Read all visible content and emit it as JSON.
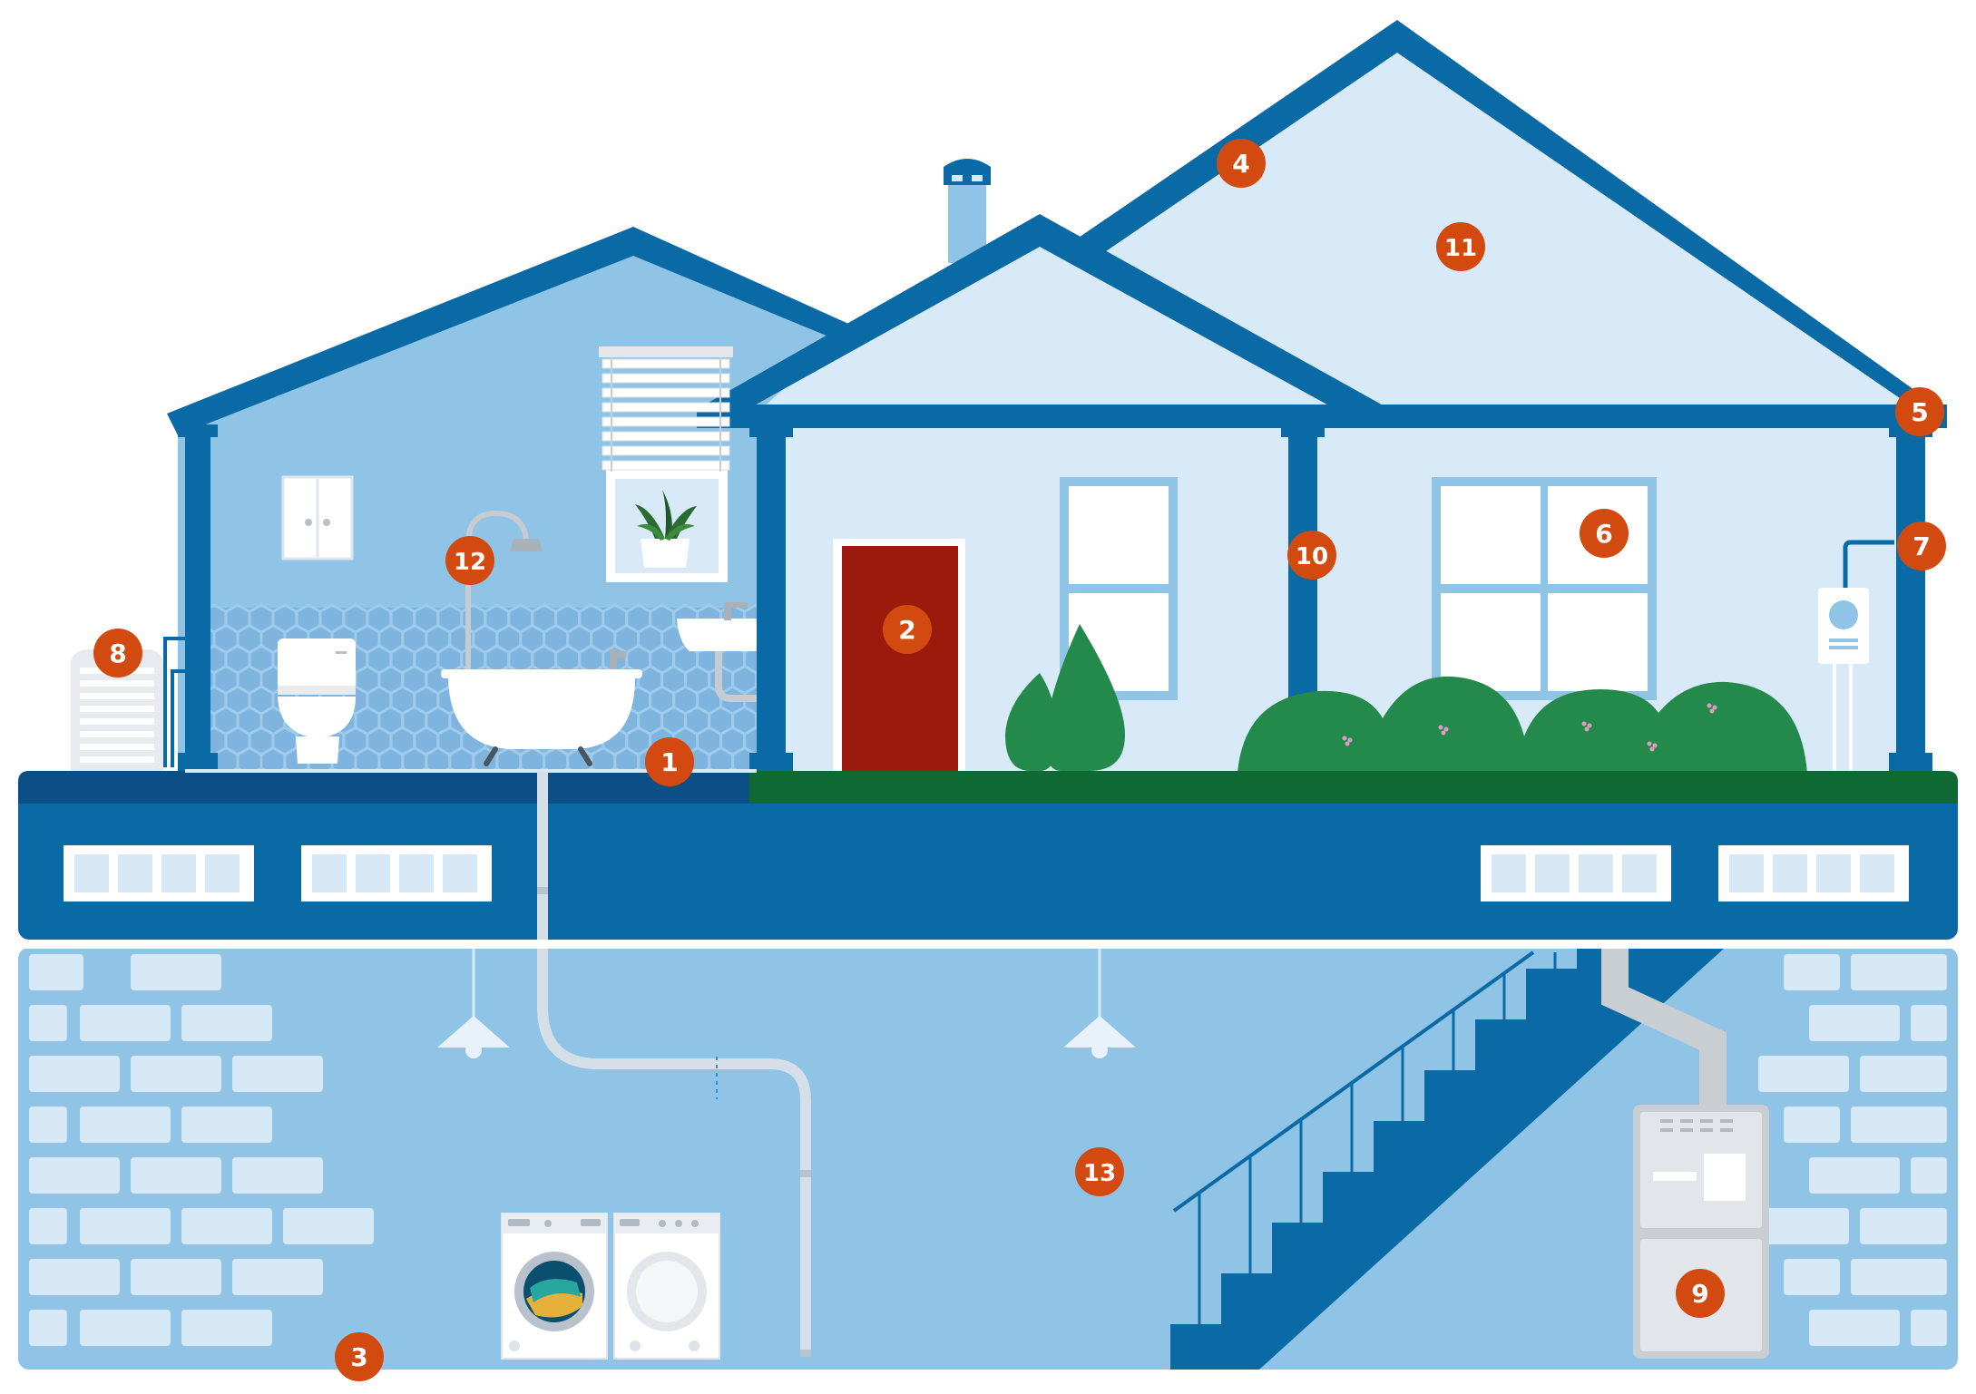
{
  "colors": {
    "roof": "#0a6aa6",
    "wall_light": "#d8eaf7",
    "wall_mid": "#8fc4e6",
    "basement": "#8fc4e6",
    "band": "#0a6aa6",
    "band_dark": "#0b4f86",
    "grass": "#0e6a32",
    "plant": "#238a4b",
    "door": "#9b1a0c",
    "brick": "#d6e8f5",
    "badge": "#d24a10",
    "badge_text": "#ffffff"
  },
  "markers": [
    {
      "label": "1",
      "name": "floor-marker"
    },
    {
      "label": "2",
      "name": "door-marker"
    },
    {
      "label": "3",
      "name": "foundation-wall-marker"
    },
    {
      "label": "4",
      "name": "roof-marker"
    },
    {
      "label": "5",
      "name": "eaves-marker"
    },
    {
      "label": "6",
      "name": "window-marker"
    },
    {
      "label": "7",
      "name": "water-heater-marker"
    },
    {
      "label": "8",
      "name": "ac-unit-marker"
    },
    {
      "label": "9",
      "name": "furnace-marker"
    },
    {
      "label": "10",
      "name": "wall-column-marker"
    },
    {
      "label": "11",
      "name": "attic-marker"
    },
    {
      "label": "12",
      "name": "bathroom-marker"
    },
    {
      "label": "13",
      "name": "basement-marker"
    }
  ],
  "icons": [
    "house-cutaway",
    "chimney-icon",
    "bathtub-icon",
    "toilet-icon",
    "sink-icon",
    "shower-head-icon",
    "potted-plant-icon",
    "cabinet-icon",
    "door-icon",
    "tree-icon",
    "shrub-icon",
    "water-heater-icon",
    "ac-unit-icon",
    "furnace-icon",
    "washer-icon",
    "dryer-icon",
    "stairs-icon",
    "ceiling-lamp-icon",
    "drain-pipe-icon"
  ]
}
